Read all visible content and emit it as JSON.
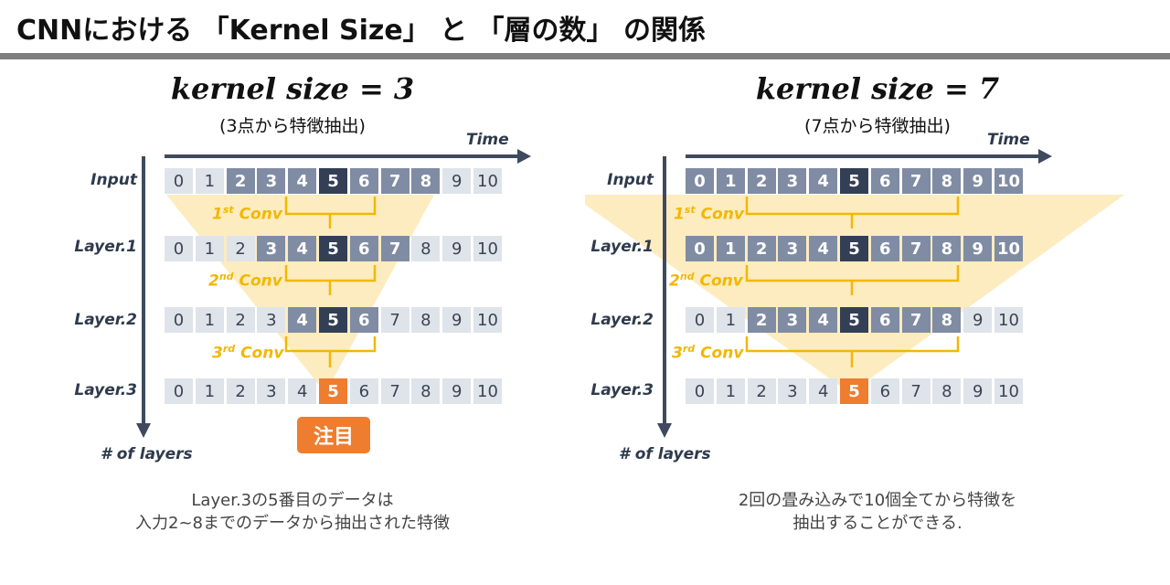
{
  "title": "CNNにおける 「Kernel Size」 と 「層の数」 の関係",
  "panels": {
    "left": {
      "heading": "kernel size = 3",
      "subheading": "(3点から特徴抽出)",
      "time_label": "Time",
      "axis_label": "# of layers",
      "rows": [
        "Input",
        "Layer.1",
        "Layer.2",
        "Layer.3"
      ],
      "convs": [
        {
          "num": "1",
          "suffix": "st",
          "label": "Conv"
        },
        {
          "num": "2",
          "suffix": "nd",
          "label": "Conv"
        },
        {
          "num": "3",
          "suffix": "rd",
          "label": "Conv"
        }
      ],
      "cells": [
        "0",
        "1",
        "2",
        "3",
        "4",
        "5",
        "6",
        "7",
        "8",
        "9",
        "10"
      ],
      "highlight": [
        [
          "light",
          "light",
          "mid",
          "mid",
          "mid",
          "dark",
          "mid",
          "mid",
          "mid",
          "light",
          "light"
        ],
        [
          "light",
          "light",
          "light",
          "mid",
          "mid",
          "dark",
          "mid",
          "mid",
          "light",
          "light",
          "light"
        ],
        [
          "light",
          "light",
          "light",
          "light",
          "mid",
          "dark",
          "mid",
          "light",
          "light",
          "light",
          "light"
        ],
        [
          "light",
          "light",
          "light",
          "light",
          "light",
          "orange",
          "light",
          "light",
          "light",
          "light",
          "light"
        ]
      ],
      "focus_label": "注目",
      "caption_lines": [
        "Layer.3の5番目のデータは",
        "入力2~8までのデータから抽出された特徴"
      ]
    },
    "right": {
      "heading": "kernel size = 7",
      "subheading": "(7点から特徴抽出)",
      "time_label": "Time",
      "axis_label": "# of layers",
      "rows": [
        "Input",
        "Layer.1",
        "Layer.2",
        "Layer.3"
      ],
      "convs": [
        {
          "num": "1",
          "suffix": "st",
          "label": "Conv"
        },
        {
          "num": "2",
          "suffix": "nd",
          "label": "Conv"
        },
        {
          "num": "3",
          "suffix": "rd",
          "label": "Conv"
        }
      ],
      "cells": [
        "0",
        "1",
        "2",
        "3",
        "4",
        "5",
        "6",
        "7",
        "8",
        "9",
        "10"
      ],
      "highlight": [
        [
          "mid",
          "mid",
          "mid",
          "mid",
          "mid",
          "dark",
          "mid",
          "mid",
          "mid",
          "mid",
          "mid"
        ],
        [
          "mid",
          "mid",
          "mid",
          "mid",
          "mid",
          "dark",
          "mid",
          "mid",
          "mid",
          "mid",
          "mid"
        ],
        [
          "light",
          "light",
          "mid",
          "mid",
          "mid",
          "dark",
          "mid",
          "mid",
          "mid",
          "light",
          "light"
        ],
        [
          "light",
          "light",
          "light",
          "light",
          "light",
          "orange",
          "light",
          "light",
          "light",
          "light",
          "light"
        ]
      ],
      "caption_lines": [
        "2回の畳み込みで10個全てから特徴を",
        "抽出することができる."
      ]
    }
  },
  "colors": {
    "light_cell": "#dfe3ea",
    "mid_cell": "#7f8ca3",
    "dark_cell": "#333f55",
    "focus_cell": "#ee7d30",
    "conv_bracket": "#f2b705",
    "fan": "#fde9b5",
    "axis": "#3f4a5e"
  }
}
